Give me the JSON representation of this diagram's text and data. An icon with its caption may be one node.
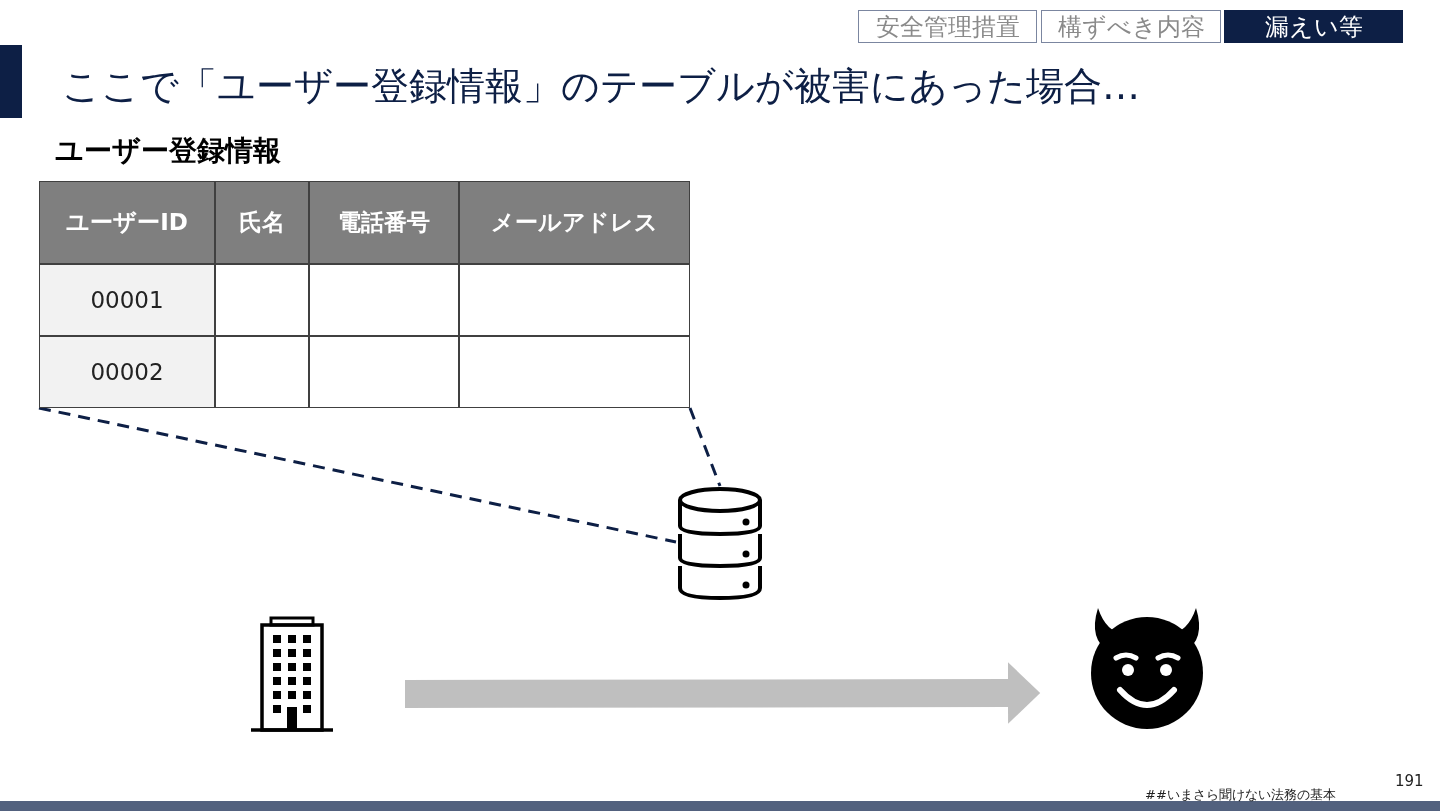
{
  "diagram": {
    "title": "ここで「ユーザー登録情報」のテーブルが被害にあった場合…",
    "nodes": [
      {
        "text": [
          "安全管理措置"
        ]
      },
      {
        "text": [
          "構ずべき内容"
        ]
      },
      {
        "text": [
          "漏えい等"
        ]
      },
      {
        "text": [
          "ユーザー登録情報"
        ]
      },
      {
        "text": [
          "ユーザーID"
        ],
        "in": 3
      },
      {
        "text": [
          "氏名"
        ],
        "in": 3
      },
      {
        "text": [
          "電話番号"
        ],
        "in": 3
      },
      {
        "text": [
          "メールアドレス"
        ],
        "in": 3
      },
      {
        "text": [
          "00001"
        ],
        "in": 3
      },
      {
        "text": [],
        "shape": "box",
        "in": 3
      },
      {
        "text": [],
        "shape": "box",
        "in": 3
      },
      {
        "text": [],
        "shape": "box",
        "in": 3
      },
      {
        "text": [
          "00002"
        ],
        "in": 3
      },
      {
        "text": [],
        "shape": "box",
        "in": 3
      },
      {
        "text": [],
        "shape": "box",
        "in": 3
      },
      {
        "text": [],
        "shape": "box",
        "in": 3
      },
      {
        "text": [],
        "shape": "cylinder"
      },
      {
        "text": [],
        "shape": "building"
      },
      {
        "text": [],
        "shape": "devil"
      }
    ],
    "edges": [
      {
        "from": 3,
        "to": 16,
        "arrow": "none",
        "style": "dashed"
      },
      {
        "from": 3,
        "to": 16,
        "arrow": "none",
        "style": "dashed"
      },
      {
        "from": 17,
        "to": 18,
        "arrow": "to",
        "style": "thick",
        "color": "#bfbfbf"
      }
    ],
    "labels": [
      "191",
      "##いまさら聞けない法務の基本"
    ]
  }
}
